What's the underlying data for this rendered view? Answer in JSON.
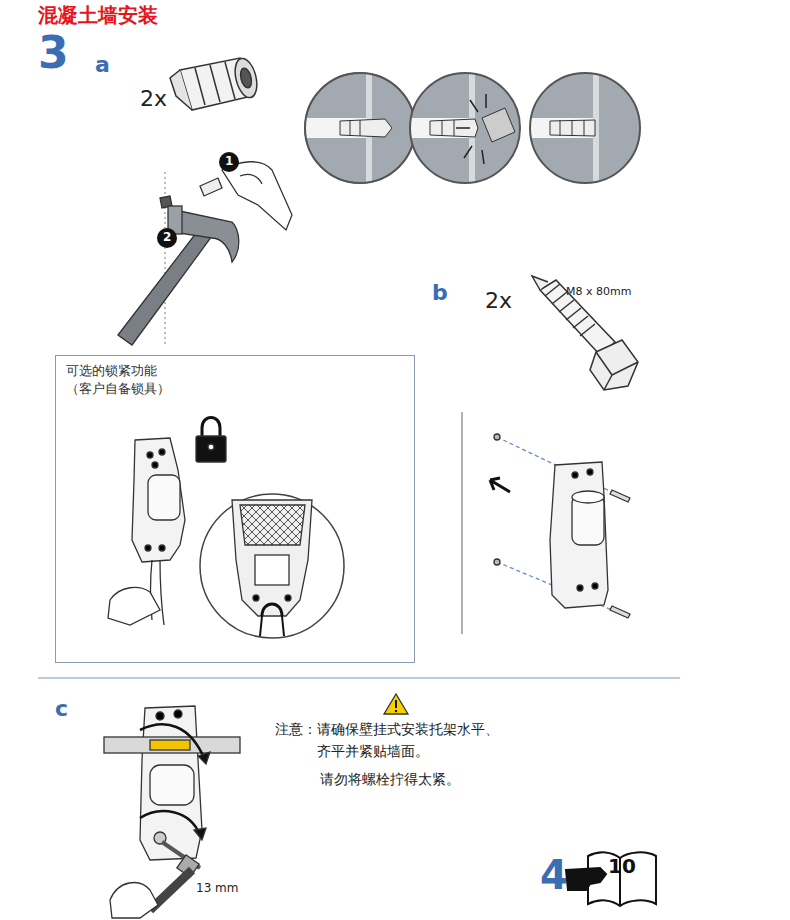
{
  "diagram": {
    "title": "混凝土墙安装",
    "nodes": [
      {
        "text": [
          "可选的锁紧功能",
          "（客户自备锁具）"
        ]
      }
    ],
    "labels": [
      "3",
      "a",
      "2x",
      "1",
      "2",
      "b",
      "2x",
      "M8 x 80mm",
      "c",
      "注意：请确保壁挂式安装托架水平、",
      "齐平并紧贴墙面。",
      "请勿将螺栓拧得太紧。",
      "13 mm",
      "4",
      "10"
    ]
  }
}
